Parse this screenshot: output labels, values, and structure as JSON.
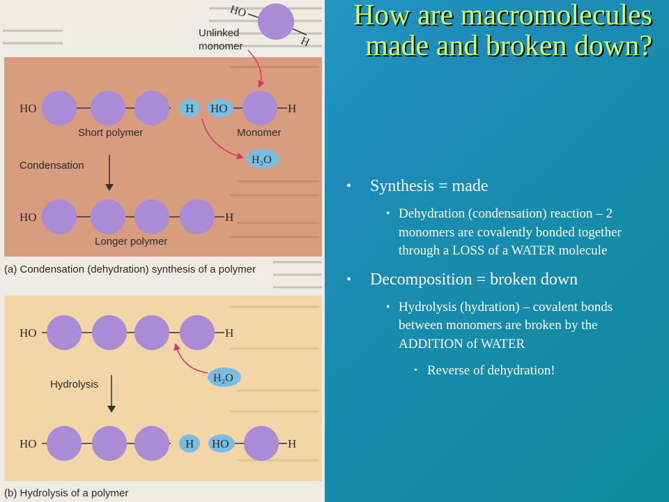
{
  "slide": {
    "title": "How are macromolecules made and broken down?",
    "bullets": [
      {
        "text": "Synthesis = made",
        "sub": [
          {
            "text": "Dehydration (condensation) reaction – 2 monomers are covalently bonded together through a LOSS of a WATER molecule"
          }
        ]
      },
      {
        "text": "Decomposition = broken down",
        "sub": [
          {
            "text": "Hydrolysis (hydration) – covalent bonds between monomers are broken by the ADDITION of WATER",
            "sub": [
              {
                "text": "Reverse of dehydration!"
              }
            ]
          }
        ]
      }
    ]
  },
  "figure": {
    "top_ho": "HO",
    "top_h": "H",
    "unlinked_label": [
      "Unlinked",
      "monomer"
    ],
    "ho": "HO",
    "h": "H",
    "short_polymer": "Short polymer",
    "monomer": "Monomer",
    "h2o": "H₂O",
    "condensation": "Condensation",
    "longer_polymer": "Longer polymer",
    "caption_a": "(a) Condensation (dehydration) synthesis of a polymer",
    "hydrolysis": "Hydrolysis",
    "caption_b": "(b) Hydrolysis of a polymer"
  },
  "colors": {
    "monomer": "#a98bd6",
    "h_group": "#79bde2",
    "panel_a": "#d89c7e",
    "panel_b": "#f2d6a7",
    "arrow_pink": "#d8346d",
    "title": "#ccff66"
  }
}
